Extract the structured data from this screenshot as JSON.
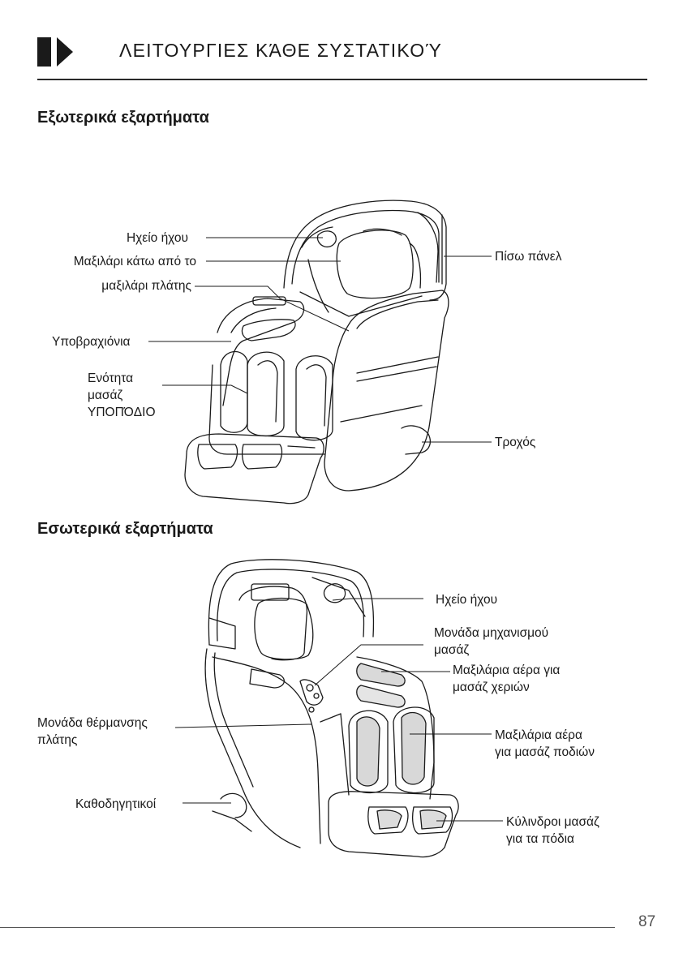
{
  "header": {
    "title": "ΛΕΙΤΟΥΡΓΙΕΣ ΚΆΘΕ ΣΥΣΤΑΤΙΚΟΎ",
    "icon": "play-marker-icon"
  },
  "sections": {
    "external": {
      "title": "Εξωτερικά εξαρτήματα",
      "labels": {
        "speaker": "Ηχείο ήχου",
        "pillow_1": "Μαξιλάρι κάτω από το",
        "pillow_2": "μαξιλάρι πλάτης",
        "armrests": "Υποβραχιόνια",
        "massage_unit_1": "Ενότητα",
        "massage_unit_2": "μασάζ",
        "massage_unit_3": "ΥΠΟΠΌΔΙΟ",
        "back_panel": "Πίσω πάνελ",
        "wheel": "Τροχός"
      }
    },
    "internal": {
      "title": "Εσωτερικά εξαρτήματα",
      "labels": {
        "speaker": "Ηχείο ήχου",
        "mechanism_1": "Μονάδα μηχανισμού",
        "mechanism_2": "μασάζ",
        "hand_airbags_1": "Μαξιλάρια αέρα για",
        "hand_airbags_2": "μασάζ χεριών",
        "heating_1": "Μονάδα θέρμανσης",
        "heating_2": "πλάτης",
        "foot_airbags_1": "Μαξιλάρια αέρα",
        "foot_airbags_2": "για μασάζ ποδιών",
        "guides": "Καθοδηγητικοί",
        "rollers_1": "Κύλινδροι μασάζ",
        "rollers_2": "για τα πόδια"
      }
    }
  },
  "footer": {
    "page_number": "87"
  }
}
